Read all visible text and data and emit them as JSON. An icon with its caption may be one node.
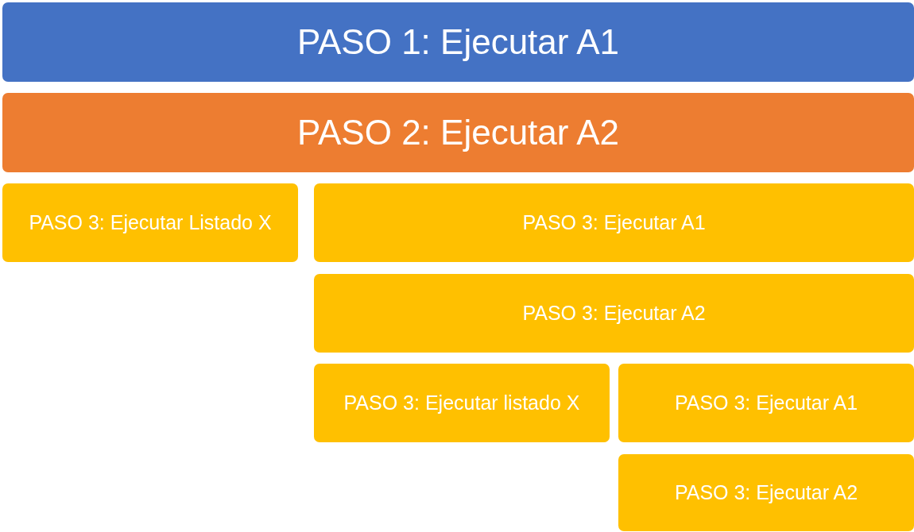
{
  "diagram": {
    "nodes": [
      {
        "text": [
          "PASO 1: Ejecutar A1"
        ]
      },
      {
        "text": [
          "PASO 2: Ejecutar A2"
        ]
      },
      {
        "text": [
          "PASO 3: Ejecutar Listado X"
        ]
      },
      {
        "text": [
          "PASO 3: Ejecutar A1"
        ]
      },
      {
        "text": [
          "PASO 3: Ejecutar A2"
        ]
      },
      {
        "text": [
          "PASO 3: Ejecutar listado X"
        ]
      },
      {
        "text": [
          "PASO 3: Ejecutar A1"
        ]
      },
      {
        "text": [
          "PASO 3: Ejecutar A2"
        ]
      }
    ]
  }
}
